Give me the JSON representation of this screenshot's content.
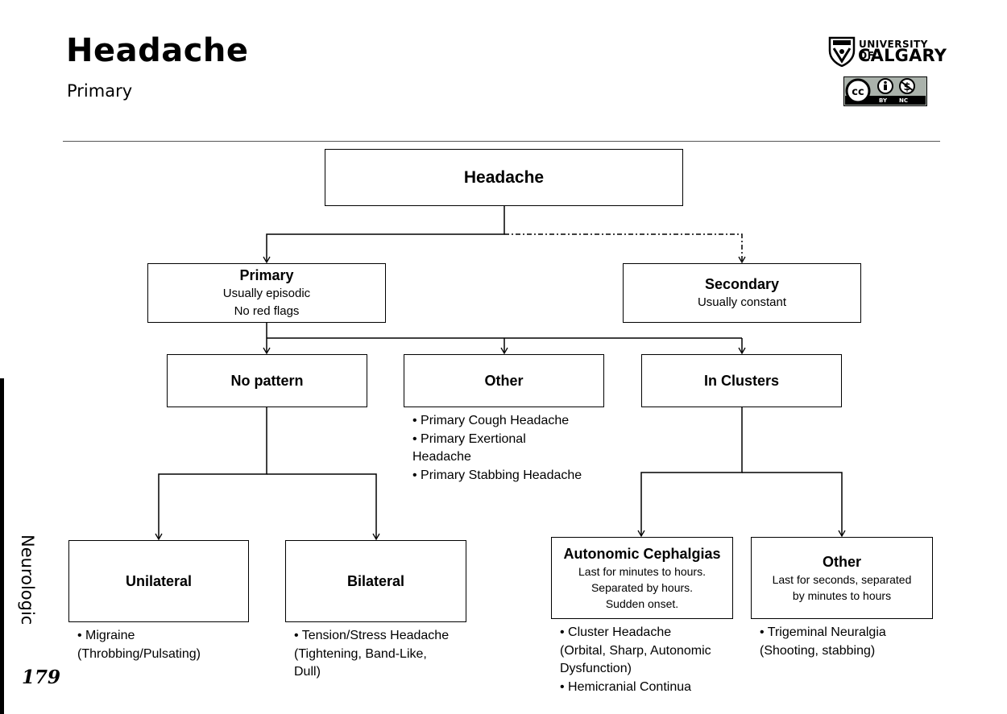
{
  "header": {
    "title": "Headache",
    "subtitle": "Primary",
    "logo_line1": "UNIVERSITY OF",
    "logo_line2": "CALGARY",
    "license_by": "BY",
    "license_nc": "NC"
  },
  "sidebar": {
    "section": "Neurologic",
    "page_number": "179"
  },
  "diagram": {
    "root": {
      "title": "Headache"
    },
    "primary": {
      "title": "Primary",
      "lines": [
        "Usually episodic",
        "No red flags"
      ]
    },
    "secondary": {
      "title": "Secondary",
      "lines": [
        "Usually constant"
      ]
    },
    "no_pattern": {
      "title": "No pattern"
    },
    "other_mid": {
      "title": "Other",
      "items": [
        "• Primary Cough Headache",
        "• Primary Exertional",
        "Headache",
        "• Primary Stabbing Headache"
      ]
    },
    "in_clusters": {
      "title": "In Clusters"
    },
    "unilateral": {
      "title": "Unilateral",
      "items": [
        "• Migraine",
        "(Throbbing/Pulsating)"
      ]
    },
    "bilateral": {
      "title": "Bilateral",
      "items": [
        "• Tension/Stress Headache",
        "(Tightening, Band-Like,",
        "Dull)"
      ]
    },
    "autonomic": {
      "title": "Autonomic Cephalgias",
      "lines": [
        "Last for minutes to hours.",
        "Separated by hours.",
        "Sudden onset."
      ],
      "items": [
        "• Cluster Headache",
        "(Orbital, Sharp, Autonomic",
        "Dysfunction)",
        "• Hemicranial Continua"
      ]
    },
    "other_right": {
      "title": "Other",
      "lines": [
        "Last for seconds, separated",
        "by minutes to hours"
      ],
      "items": [
        "• Trigeminal Neuralgia",
        "(Shooting, stabbing)"
      ]
    }
  }
}
